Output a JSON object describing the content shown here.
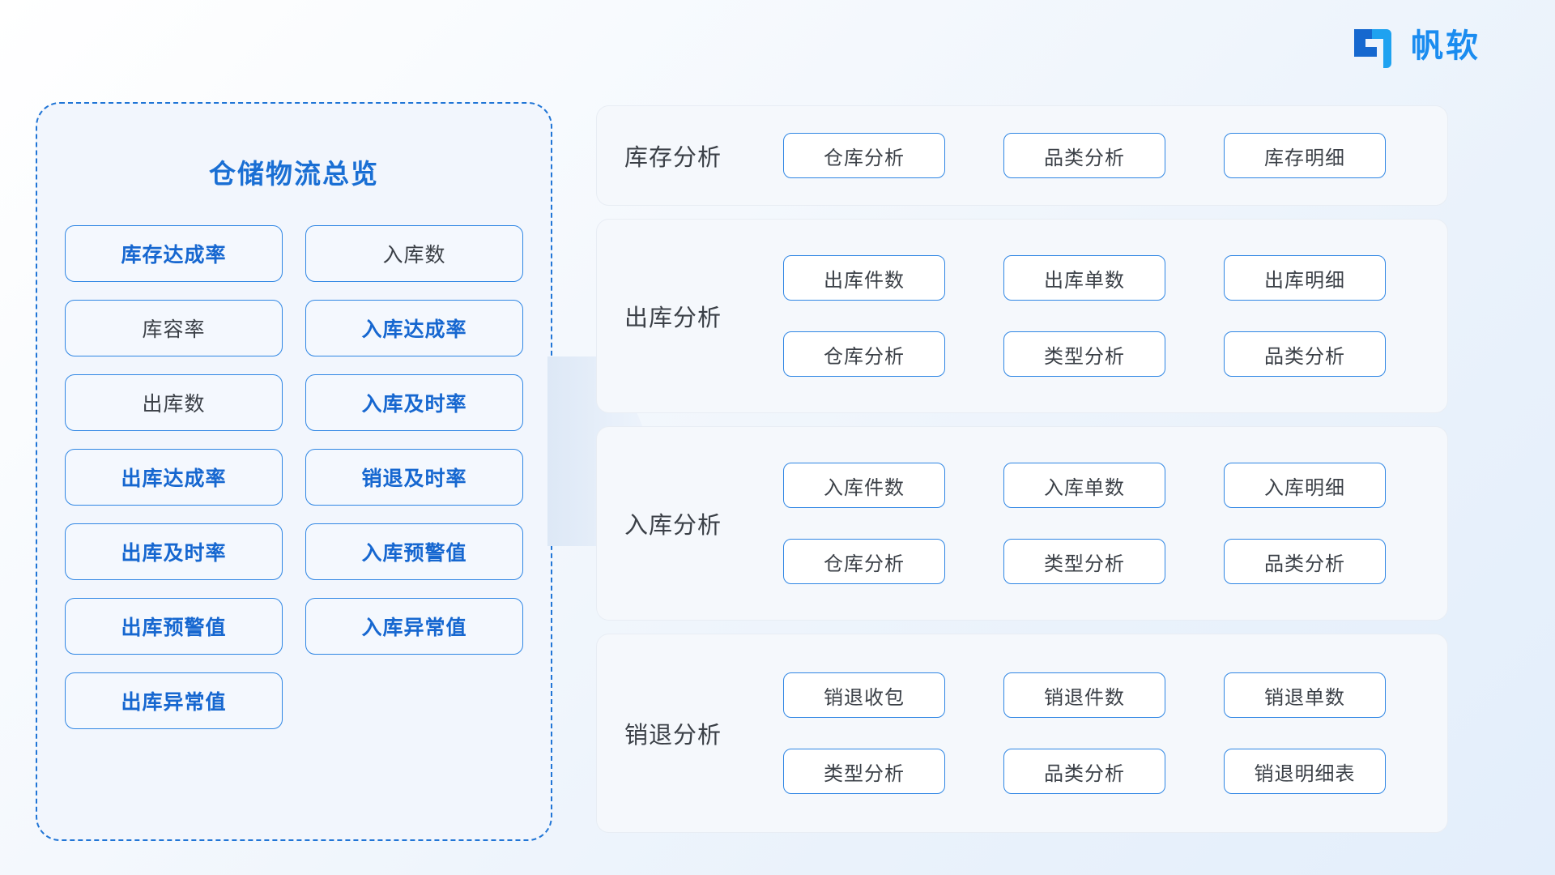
{
  "brand": {
    "name": "帆软",
    "logo_icon": "fanruan-logo-icon",
    "accent_color": "#1a8cf0"
  },
  "overview": {
    "title": "仓储物流总览",
    "accent_color": "#1667d0",
    "kpis": [
      {
        "label": "库存达成率",
        "style": "accent"
      },
      {
        "label": "入库数",
        "style": "plain"
      },
      {
        "label": "库容率",
        "style": "plain"
      },
      {
        "label": "入库达成率",
        "style": "accent"
      },
      {
        "label": "出库数",
        "style": "plain"
      },
      {
        "label": "入库及时率",
        "style": "accent"
      },
      {
        "label": "出库达成率",
        "style": "accent"
      },
      {
        "label": "销退及时率",
        "style": "accent"
      },
      {
        "label": "出库及时率",
        "style": "accent"
      },
      {
        "label": "入库预警值",
        "style": "accent"
      },
      {
        "label": "出库预警值",
        "style": "accent"
      },
      {
        "label": "入库异常值",
        "style": "accent"
      },
      {
        "label": "出库异常值",
        "style": "accent"
      }
    ]
  },
  "connector": {
    "icon": "right-arrow-icon"
  },
  "analysis": {
    "sections": [
      {
        "label": "库存分析",
        "rows": [
          [
            "仓库分析",
            "品类分析",
            "库存明细"
          ]
        ]
      },
      {
        "label": "出库分析",
        "rows": [
          [
            "出库件数",
            "出库单数",
            "出库明细"
          ],
          [
            "仓库分析",
            "类型分析",
            "品类分析"
          ]
        ]
      },
      {
        "label": "入库分析",
        "rows": [
          [
            "入库件数",
            "入库单数",
            "入库明细"
          ],
          [
            "仓库分析",
            "类型分析",
            "品类分析"
          ]
        ]
      },
      {
        "label": "销退分析",
        "rows": [
          [
            "销退收包",
            "销退件数",
            "销退单数"
          ],
          [
            "类型分析",
            "品类分析",
            "销退明细表"
          ]
        ]
      }
    ]
  }
}
